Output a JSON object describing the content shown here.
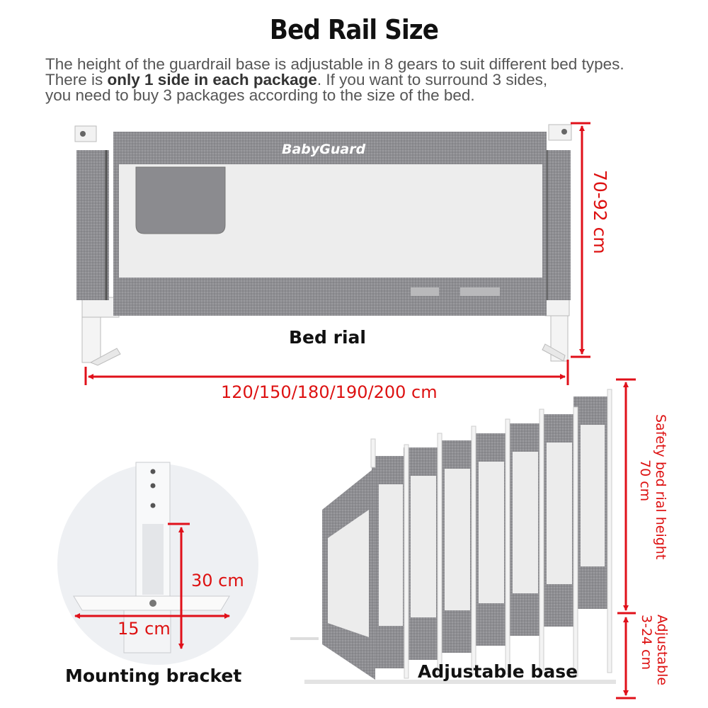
{
  "title": "Bed Rail Size",
  "description": {
    "line1": "The height of the guardrail base is adjustable in 8 gears to suit different bed types.",
    "line2_pre": "There is ",
    "line2_bold": "only 1 side in each package",
    "line2_post": ". If you want to surround 3 sides,",
    "line3": "you need to buy 3 packages according to the size of the bed."
  },
  "product": {
    "brand": "BabyGuard",
    "label": "Bed rial",
    "height": "70-92 cm",
    "width": "120/150/180/190/200 cm"
  },
  "bracket": {
    "height": "30 cm",
    "width": "15 cm",
    "label": "Mounting bracket"
  },
  "adjustable": {
    "label": "Adjustable base",
    "safety_line1": "Safety bed rial height",
    "safety_line2": "70 cm",
    "adj_line1": "Adjustable",
    "adj_line2": "3-24 cm"
  },
  "colors": {
    "fabric": "#8e8e92",
    "mesh": "#eeeeee",
    "dimension": "#e0101a"
  }
}
